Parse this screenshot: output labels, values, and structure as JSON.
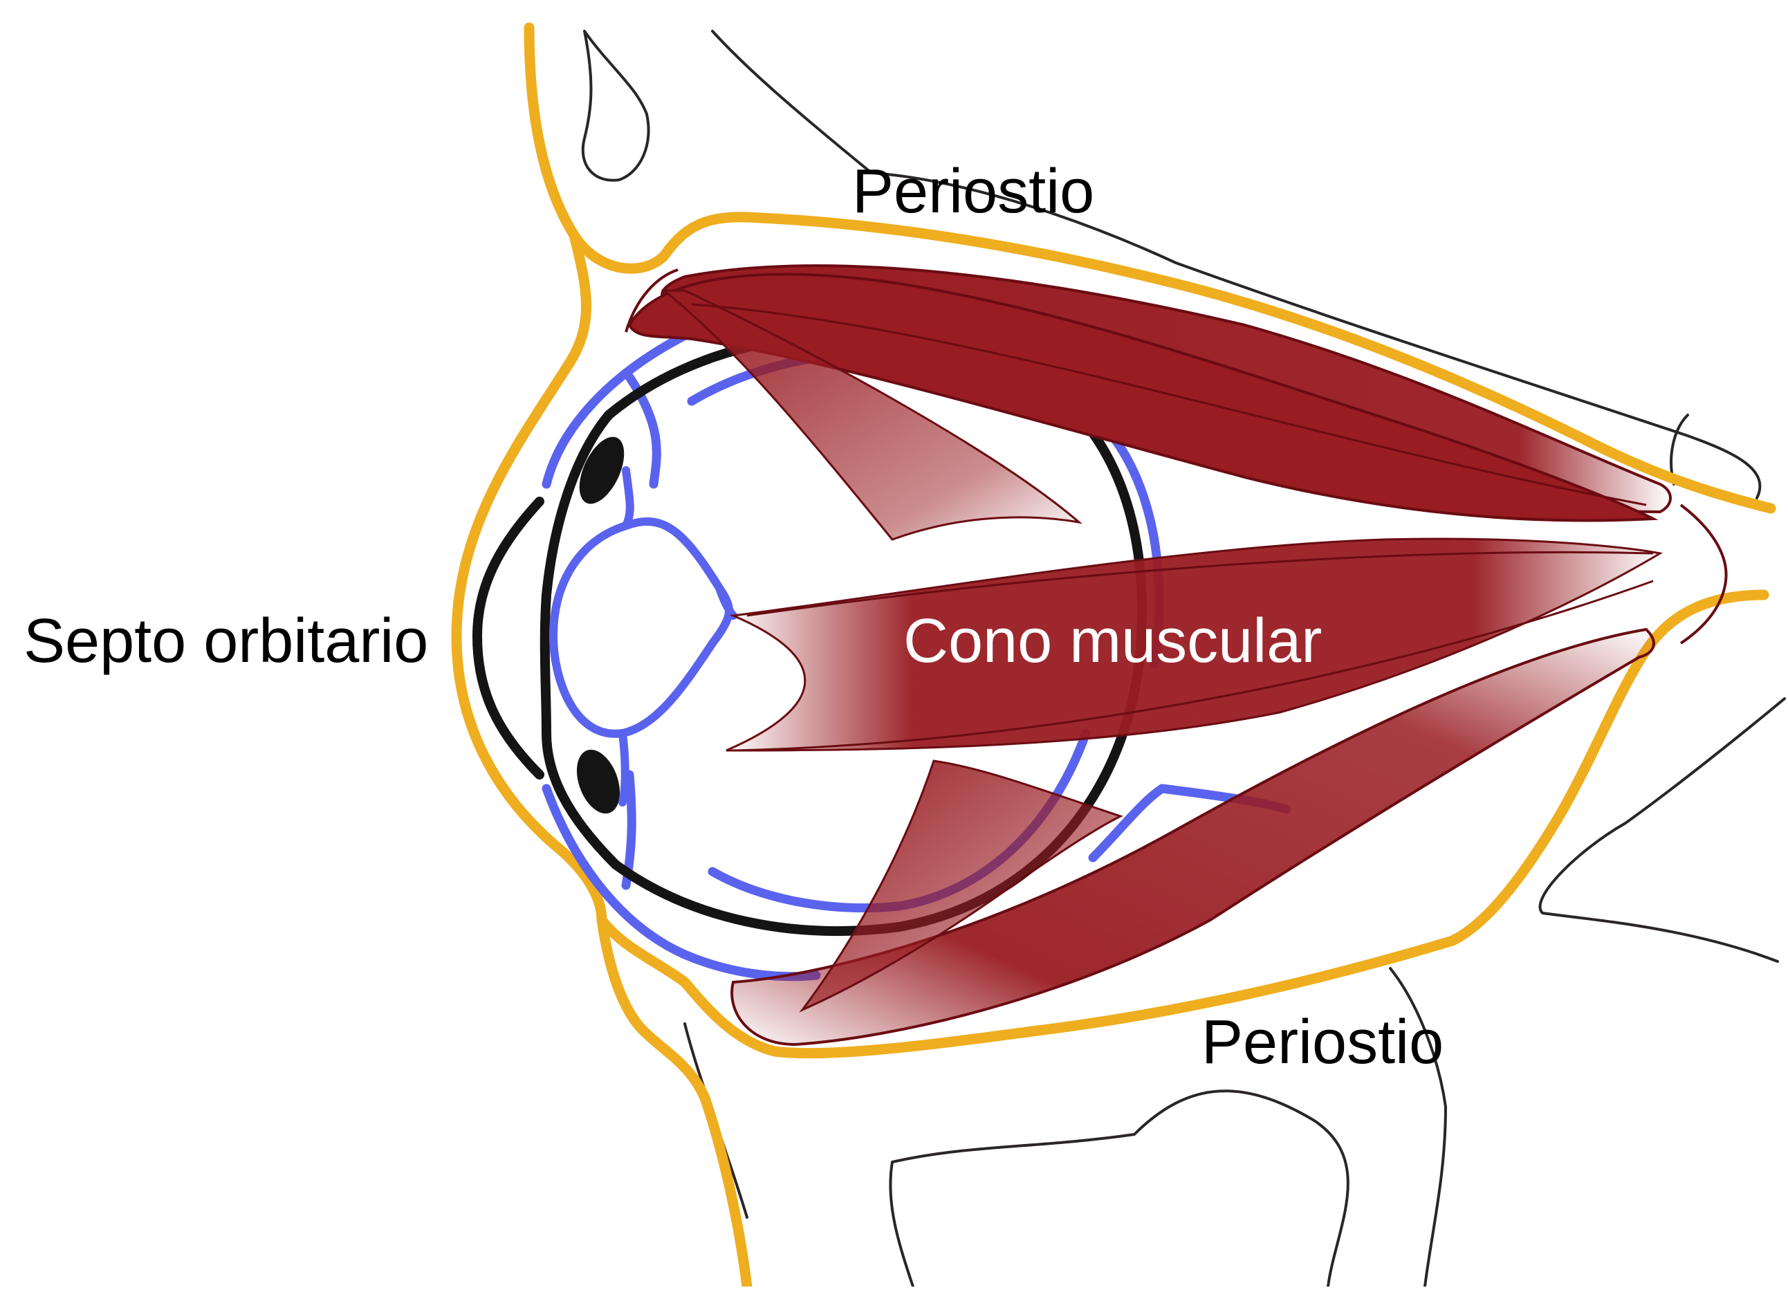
{
  "labels": {
    "periostio_top": "Periostio",
    "septo_orbitario": "Septo orbitario",
    "cono_muscular": "Cono muscular",
    "periostio_bottom": "Periostio"
  },
  "colors": {
    "bone_outline": "#2a2526",
    "periosteum": "#efae1f",
    "conjunctiva": "#5a63ee",
    "globe": "#141414",
    "muscle": "#981c22",
    "muscle_dark": "#6a0c12",
    "label_dark": "#000000",
    "label_light": "#ffffff"
  }
}
